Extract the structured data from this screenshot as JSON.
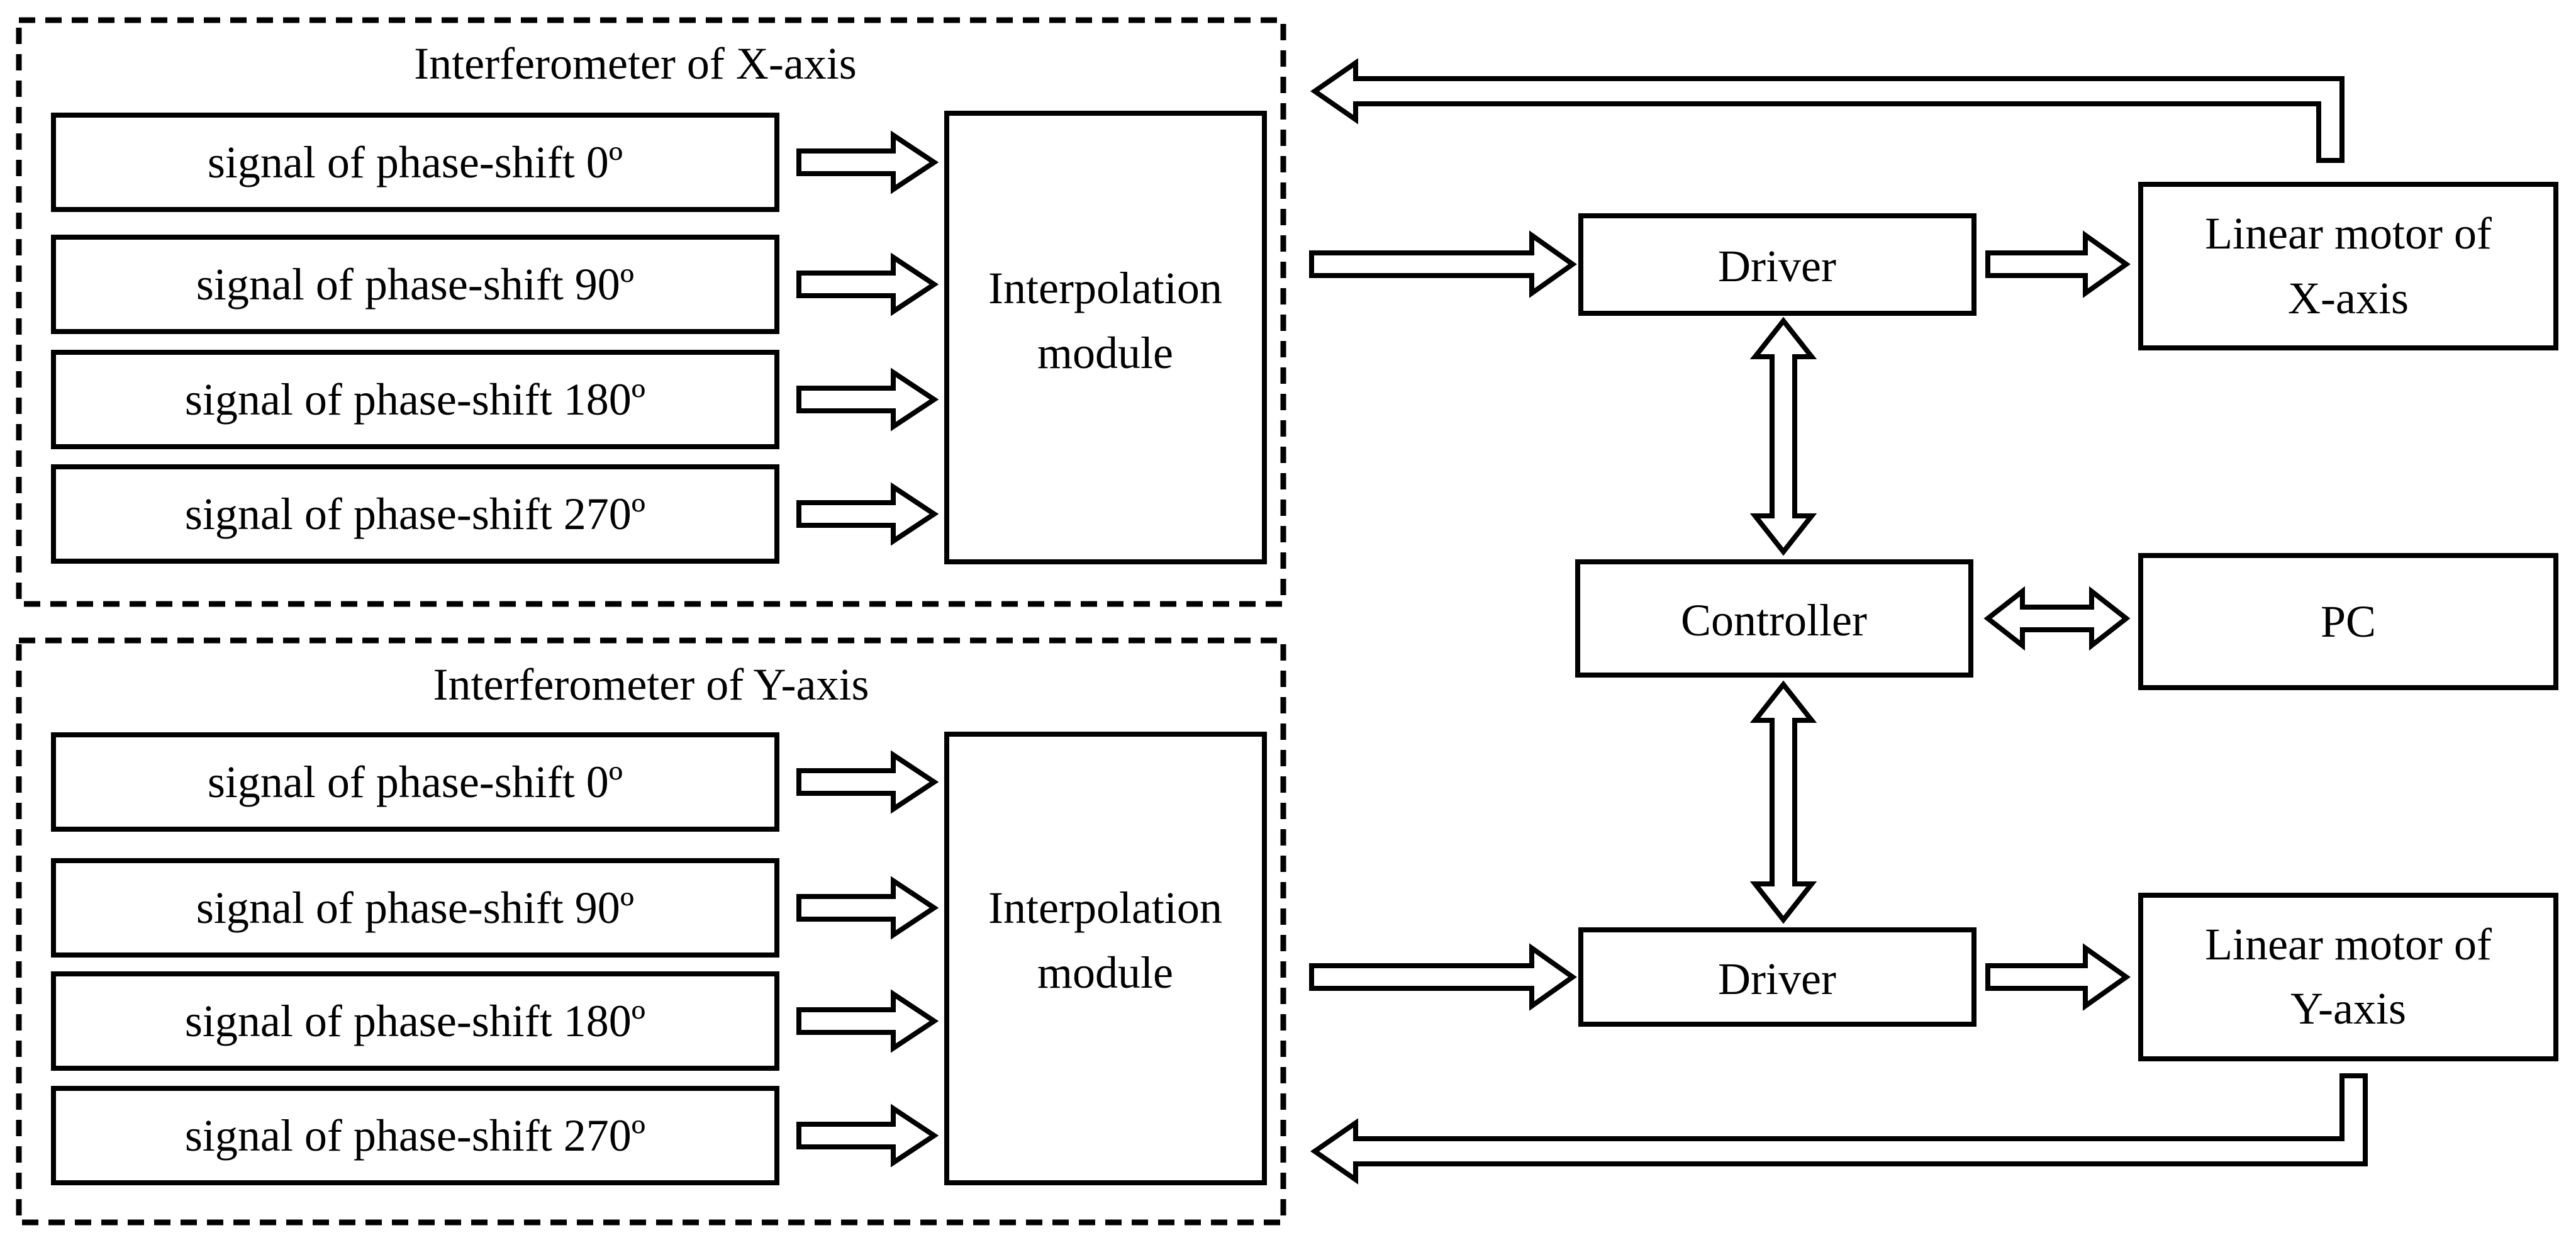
{
  "groups": {
    "x_axis": {
      "title": "Interferometer of X-axis",
      "signals": [
        "signal of phase-shift 0º",
        "signal of phase-shift 90º",
        "signal of phase-shift 180º",
        "signal of phase-shift 270º"
      ],
      "interpolation_line1": "Interpolation",
      "interpolation_line2": "module"
    },
    "y_axis": {
      "title": "Interferometer of Y-axis",
      "signals": [
        "signal of phase-shift 0º",
        "signal of phase-shift 90º",
        "signal of phase-shift 180º",
        "signal of phase-shift 270º"
      ],
      "interpolation_line1": "Interpolation",
      "interpolation_line2": "module"
    }
  },
  "driver_x": "Driver",
  "driver_y": "Driver",
  "controller": "Controller",
  "pc": "PC",
  "motor_x_line1": "Linear motor of",
  "motor_x_line2": "X-axis",
  "motor_y_line1": "Linear motor of",
  "motor_y_line2": "Y-axis"
}
